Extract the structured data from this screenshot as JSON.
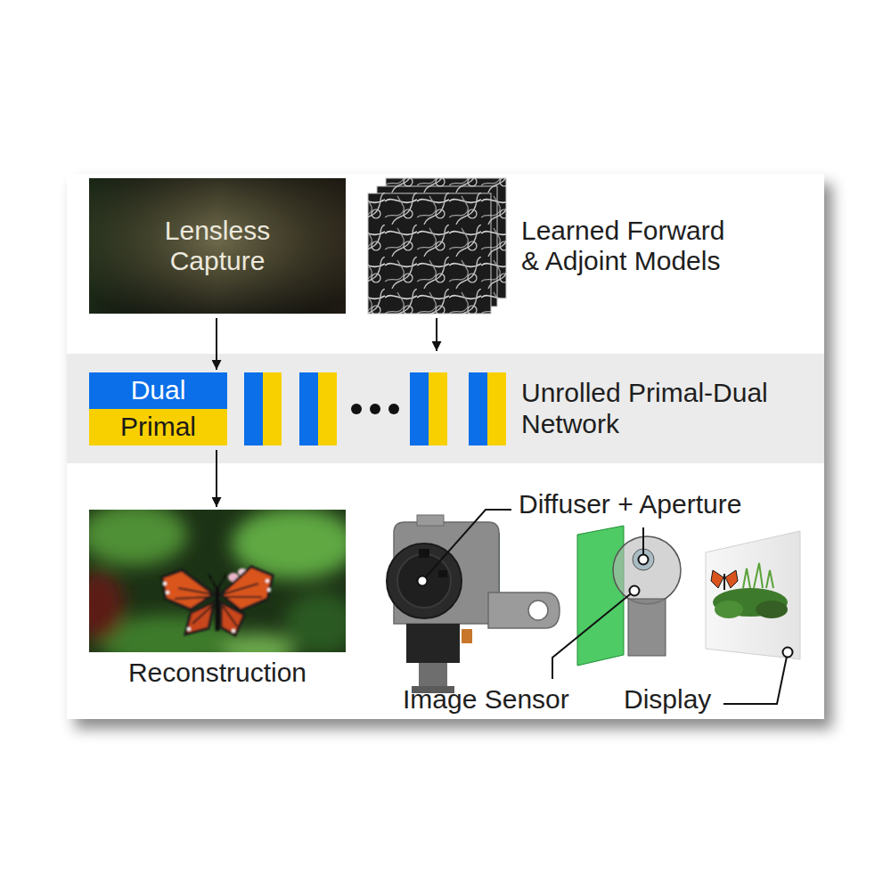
{
  "diagram": {
    "nodes": [
      {
        "text": [
          "Lensless Capture"
        ]
      },
      {
        "text": [
          "Learned Forward & Adjoint Models"
        ]
      },
      {
        "text": [
          "Unrolled Primal-Dual Network"
        ]
      },
      {
        "text": [
          "Dual",
          "Primal"
        ],
        "in": 2
      },
      {
        "text": [
          "Reconstruction"
        ]
      }
    ],
    "edges": [
      {
        "from": 0,
        "to": 3,
        "arrow": "to"
      },
      {
        "from": 1,
        "to": 2,
        "arrow": "to"
      },
      {
        "from": 3,
        "to": 4,
        "arrow": "to"
      }
    ],
    "labels": [
      "Diffuser + Aperture",
      "Image Sensor",
      "Display"
    ]
  }
}
